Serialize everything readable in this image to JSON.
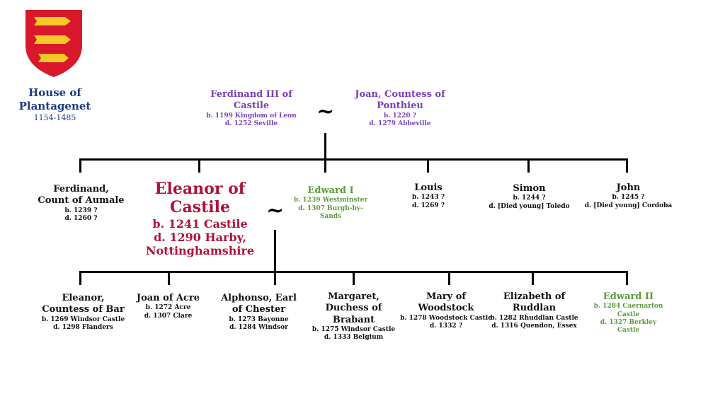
{
  "house": {
    "title_line1": "House of",
    "title_line2": "Plantagenet",
    "years": "1154-1485"
  },
  "colors": {
    "purple": "#7a3fc0",
    "green": "#5a9a3a",
    "red": "#b0123a",
    "blue": "#1f3a8a",
    "shield": "#d9192b",
    "lions": "#f3c928"
  },
  "marriage_symbol": "~",
  "parents": [
    {
      "name": "Ferdinand III of Castile",
      "born": "b. 1199 Kingdom of Leon",
      "died": "d. 1252 Seville"
    },
    {
      "name": "Joan, Countess of Ponthieu",
      "born": "b. 1220 ?",
      "died": "d. 1279 Abbeville"
    }
  ],
  "generation2": [
    {
      "name": "Ferdinand, Count of Aumale",
      "born": "b. 1239 ?",
      "died": "d. 1260 ?"
    },
    {
      "name": "Eleanor of Castile",
      "born": "b. 1241 Castile",
      "died": "d. 1290 Harby, Nottinghamshire"
    },
    {
      "name": "Louis",
      "born": "b. 1243 ?",
      "died": "d. 1269 ?"
    },
    {
      "name": "Simon",
      "born": "b. 1244 ?",
      "died": "d. [Died young] Toledo"
    },
    {
      "name": "John",
      "born": "b. 1245 ?",
      "died": "d. [Died young] Cordoba"
    }
  ],
  "spouse": {
    "name": "Edward I",
    "born": "b. 1239 Westminster",
    "died": "d. 1307 Burgh-by-Sands"
  },
  "children": [
    {
      "name": "Eleanor, Countess of Bar",
      "born": "b. 1269 Windsor Castle",
      "died": "d. 1298 Flanders"
    },
    {
      "name": "Joan of Acre",
      "born": "b. 1272 Acre",
      "died": "d. 1307 Clare"
    },
    {
      "name": "Alphonso, Earl of Chester",
      "born": "b. 1273 Bayonne",
      "died": "d. 1284 Windsor"
    },
    {
      "name": "Margaret, Duchess of Brabant",
      "born": "b. 1275 Windsor Castle",
      "died": "d. 1333 Belgium"
    },
    {
      "name": "Mary of Woodstock",
      "born": "b. 1278 Woodstock Castle",
      "died": "d. 1332 ?"
    },
    {
      "name": "Elizabeth of Ruddlan",
      "born": "b. 1282 Rhuddlan Castle",
      "died": "d. 1316 Quendon, Essex"
    },
    {
      "name": "Edward II",
      "born": "b. 1284 Caernarfon Castle",
      "died": "d. 1327 Berkley Castle"
    }
  ]
}
